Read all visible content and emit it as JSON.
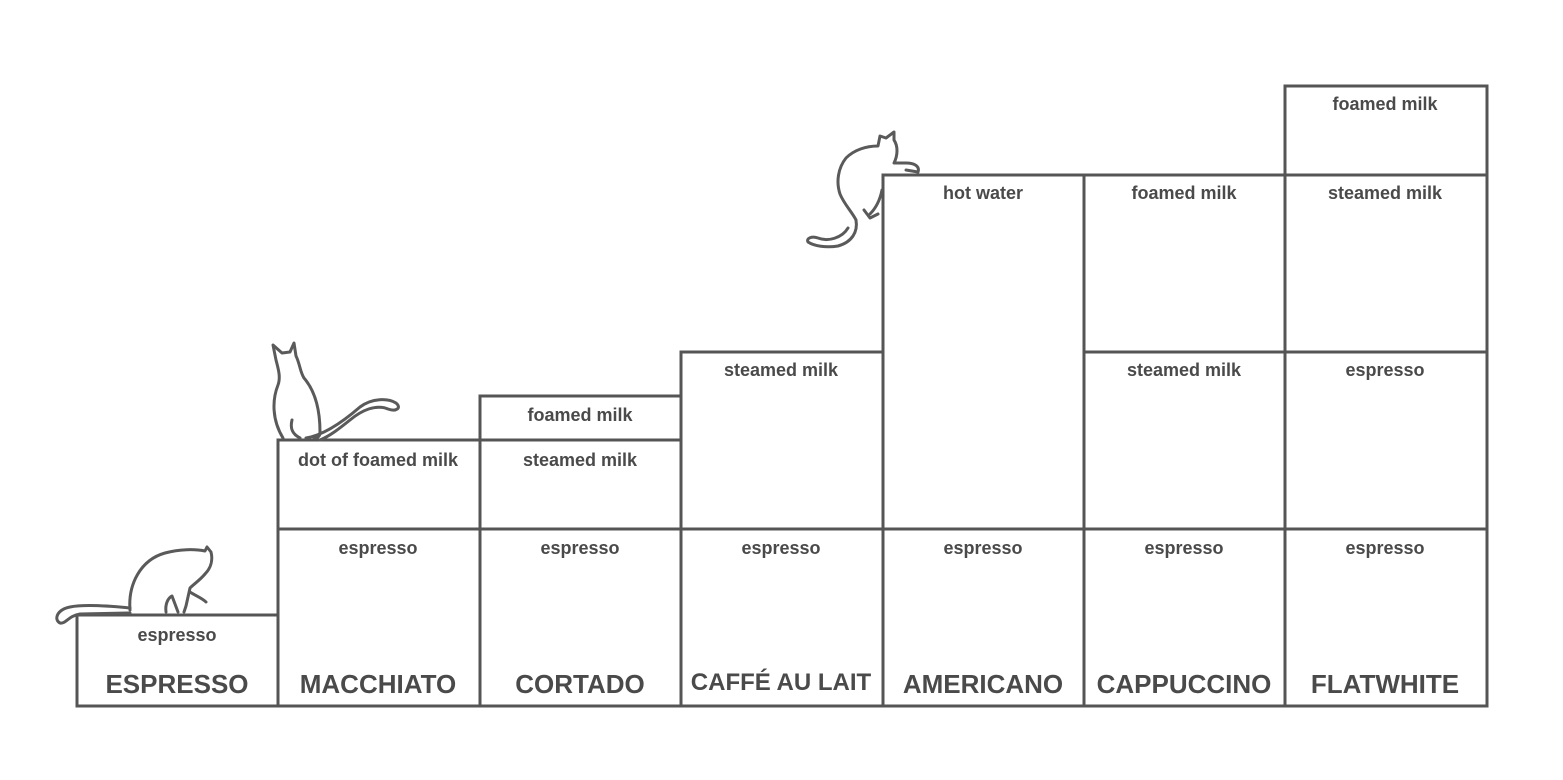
{
  "drinks": [
    {
      "name": "ESPRESSO",
      "layers": [
        "espresso"
      ]
    },
    {
      "name": "MACCHIATO",
      "layers": [
        "espresso",
        "dot of foamed milk"
      ]
    },
    {
      "name": "CORTADO",
      "layers": [
        "espresso",
        "steamed milk",
        "foamed milk"
      ]
    },
    {
      "name": "CAFFÉ AU LAIT",
      "layers": [
        "espresso",
        "steamed milk"
      ]
    },
    {
      "name": "AMERICANO",
      "layers": [
        "espresso",
        "hot water"
      ]
    },
    {
      "name": "CAPPUCCINO",
      "layers": [
        "espresso",
        "steamed milk",
        "foamed milk"
      ]
    },
    {
      "name": "FLATWHITE",
      "layers": [
        "espresso",
        "espresso",
        "steamed milk",
        "foamed milk"
      ]
    }
  ]
}
